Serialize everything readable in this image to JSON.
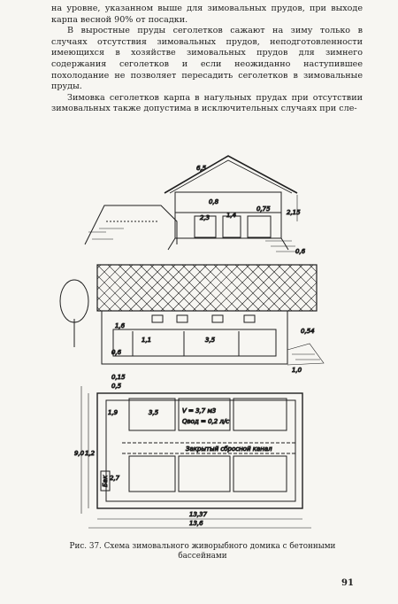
{
  "text": {
    "para1": "на уровне, указанном выше для зимовальных прудов, при выходе карпа весной 90% от посадки.",
    "para2": "В выростные пруды сеголетков сажают на зиму только в случаях отсутствия зимовальных прудов, неподготовленности имеющихся в хозяйстве зимовальных прудов для зимнего содержания сеголетков и если неожиданно наступившее похолодание не позволяет пересадить сеголетков в зимовальные пруды.",
    "para3": "Зимовка сеголетков карпа в нагульных прудах при отсутствии зимовальных также допустима в исключительных случаях при сле-"
  },
  "figure": {
    "section_dims": [
      "6,5",
      "0,8",
      "2,3",
      "1,4",
      "0,75",
      "2,15",
      "0,6"
    ],
    "side_dims": [
      "1,6",
      "1,1",
      "3,5",
      "0,54",
      "1,0",
      "0,6"
    ],
    "plan_dims": [
      "0,15",
      "0,5",
      "1,9",
      "3,5",
      "2,7",
      "1,2",
      "9,0",
      "13,37",
      "13,6"
    ],
    "pool_label": "V = 3,7 м3",
    "flow_label": "Qвод = 0,2 л/с",
    "channel_label": "Закрытый сбросной канал",
    "equipment_label": "Бак"
  },
  "caption": "Рис. 37. Схема зимовального живорыбного домика с бетонными бассейнами",
  "page_number": "91",
  "colors": {
    "ink": "#1f1f1f",
    "paper": "#f7f6f2"
  }
}
